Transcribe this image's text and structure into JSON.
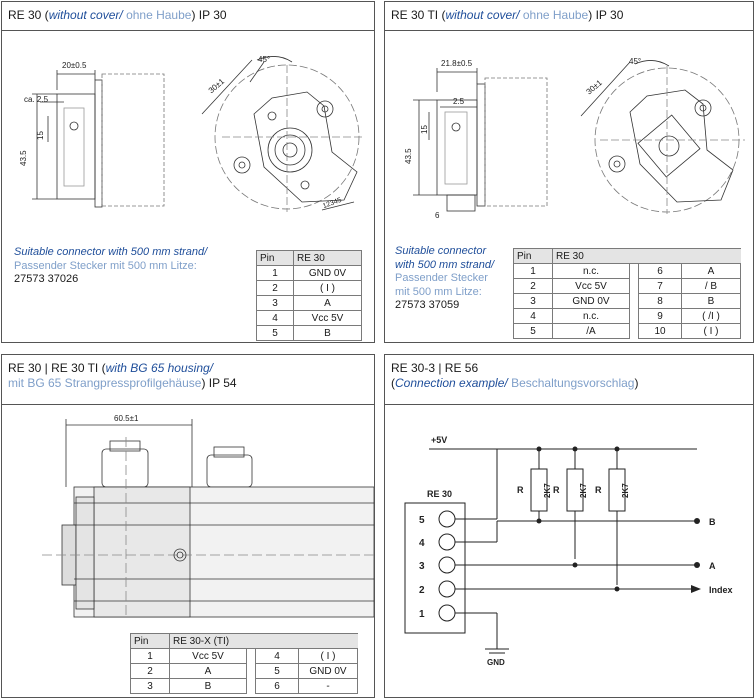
{
  "panels": {
    "p1": {
      "title": {
        "pre": "RE 30 (",
        "en": "without cover",
        "sep": "/ ",
        "de": "ohne Haube",
        "post": ") IP 30"
      },
      "note": {
        "en": "Suitable connector with 500 mm strand/",
        "de": "Passender Stecker mit 500 mm Litze:",
        "part": "27573 37026"
      },
      "dims": {
        "d1": "20±0.5",
        "d2": "ca. 2.5",
        "d3": "15",
        "d4": "43.5",
        "d5": "45°",
        "d6": "30±1",
        "d7": "12345"
      },
      "table": {
        "h1": "Pin",
        "h2": "RE 30",
        "rows": [
          [
            "1",
            "GND 0V"
          ],
          [
            "2",
            "( I )"
          ],
          [
            "3",
            "A"
          ],
          [
            "4",
            "Vcc 5V"
          ],
          [
            "5",
            "B"
          ]
        ]
      }
    },
    "p2": {
      "title": {
        "pre": "RE 30 TI (",
        "en": "without cover",
        "sep": "/ ",
        "de": "ohne Haube",
        "post": ") IP 30"
      },
      "note": {
        "en1": "Suitable connector",
        "en2": "with 500 mm strand/",
        "de1": "Passender Stecker",
        "de2": "mit 500 mm Litze:",
        "part": "27573 37059"
      },
      "dims": {
        "d1": "21.8±0.5",
        "d2": "2.5",
        "d3": "15",
        "d4": "43.5",
        "d5": "6",
        "d6": "45°",
        "d7": "30±1"
      },
      "table": {
        "h1": "Pin",
        "h2": "RE 30",
        "rows": [
          [
            "1",
            "n.c.",
            "6",
            "A"
          ],
          [
            "2",
            "Vcc 5V",
            "7",
            "/ B"
          ],
          [
            "3",
            "GND 0V",
            "8",
            "B"
          ],
          [
            "4",
            "n.c.",
            "9",
            "( /I )"
          ],
          [
            "5",
            "/A",
            "10",
            "( I )"
          ]
        ]
      }
    },
    "p3": {
      "title": {
        "pre": "RE 30 | RE 30 TI (",
        "en": "with BG 65 housing",
        "sep": "/",
        "de": "mit BG 65 Strangpressprofilgehäuse",
        "post": ") IP 54"
      },
      "dims": {
        "d1": "60.5±1"
      },
      "table": {
        "h1": "Pin",
        "h2": "RE 30-X (TI)",
        "rows": [
          [
            "1",
            "Vcc 5V",
            "4",
            "( I )"
          ],
          [
            "2",
            "A",
            "5",
            "GND 0V"
          ],
          [
            "3",
            "B",
            "6",
            "-"
          ]
        ]
      }
    },
    "p4": {
      "title": {
        "line1": "RE 30-3 | RE 56",
        "pre": "(",
        "en": "Connection example",
        "sep": "/ ",
        "de": "Beschaltungsvorschlag",
        "post": ")"
      },
      "schematic": {
        "vcc": "+5V",
        "block": "RE 30",
        "gnd": "GND",
        "pins": [
          "5",
          "4",
          "3",
          "2",
          "1"
        ],
        "res": [
          "R",
          "R",
          "R"
        ],
        "rval": [
          "2K7",
          "2K7",
          "2K7"
        ],
        "outs": [
          "B",
          "A",
          "Index"
        ]
      }
    }
  }
}
